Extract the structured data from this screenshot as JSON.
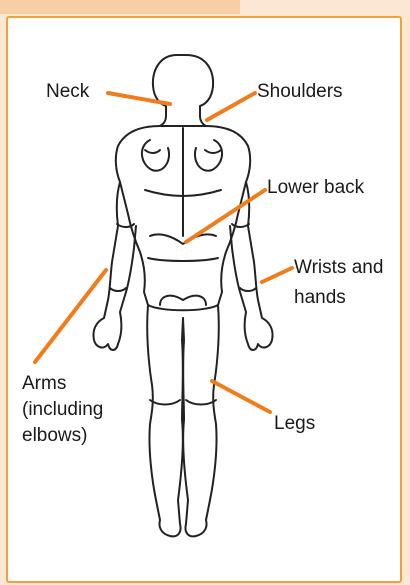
{
  "colors": {
    "background": "#fbe7d2",
    "accent": "#f3a03e",
    "leader_line": "#f07d1a",
    "outline": "#222222"
  },
  "figure": {
    "subject": "human body, back view, outline drawing"
  },
  "labels": {
    "neck": "Neck",
    "shoulders": "Shoulders",
    "lower_back": "Lower back",
    "wrists_line1": "Wrists and",
    "wrists_line2": "hands",
    "arms_line1": "Arms",
    "arms_line2": "(including",
    "arms_line3": "elbows)",
    "legs": "Legs"
  }
}
